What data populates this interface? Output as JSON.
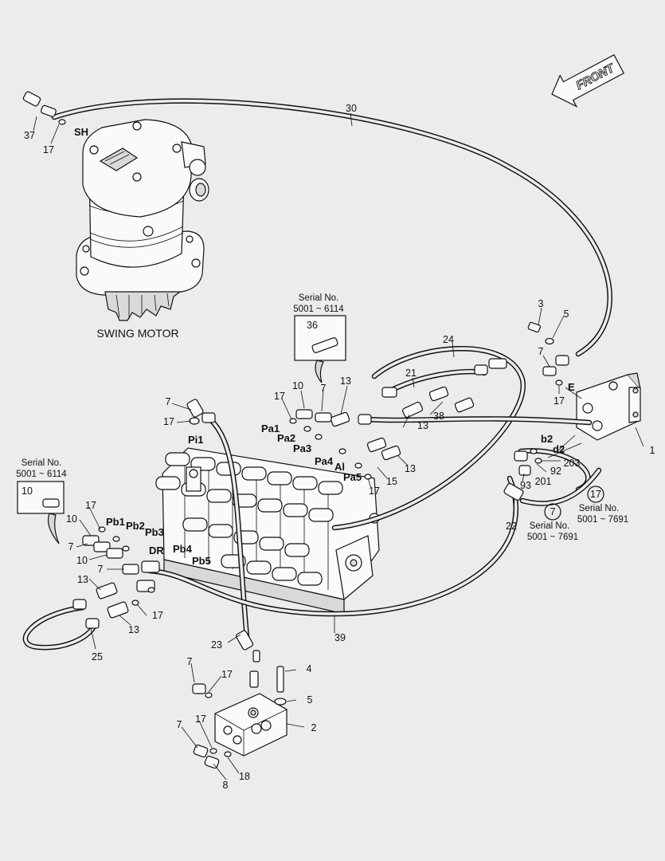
{
  "diagram": {
    "front_label": "FRONT",
    "swing_motor_label": "SWING MOTOR",
    "serial_notes": [
      {
        "id": "serial-36",
        "line1": "Serial No.",
        "line2": "5001 ~ 6114",
        "part": "36"
      },
      {
        "id": "serial-10",
        "line1": "Serial No.",
        "line2": "5001 ~ 6114",
        "part": "10"
      }
    ],
    "circled_notes": [
      {
        "id": "note-17",
        "part": "17",
        "line1": "Serial No.",
        "line2": "5001 ~ 7691"
      },
      {
        "id": "note-7",
        "part": "7",
        "line1": "Serial No.",
        "line2": "5001 ~ 7691"
      }
    ],
    "port_labels": [
      "SH",
      "E",
      "b2",
      "d2",
      "Pi1",
      "Pa1",
      "Pa2",
      "Pa3",
      "Pa4",
      "Al",
      "Pa5",
      "Pb1",
      "Pb2",
      "Pb3",
      "DR",
      "Pb4",
      "Pb5"
    ],
    "part_numbers": [
      "30",
      "37",
      "17",
      "3",
      "5",
      "7",
      "17",
      "1",
      "24",
      "21",
      "13",
      "38",
      "13",
      "13",
      "15",
      "17",
      "203",
      "92",
      "201",
      "93",
      "22",
      "17",
      "7",
      "10",
      "7",
      "17",
      "36",
      "7",
      "17",
      "10",
      "7",
      "17",
      "10",
      "7",
      "10",
      "13",
      "17",
      "13",
      "25",
      "23",
      "39",
      "4",
      "5",
      "2",
      "7",
      "17",
      "7",
      "17",
      "18",
      "8"
    ]
  }
}
